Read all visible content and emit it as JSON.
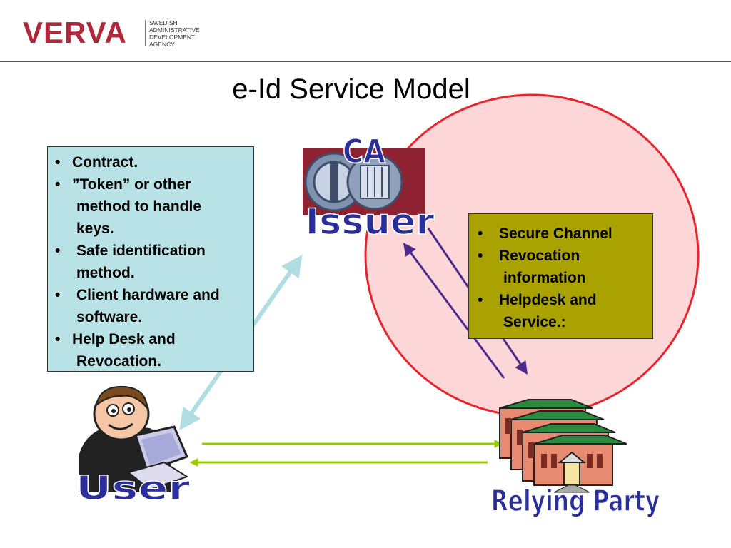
{
  "logo": {
    "wordmark": "VERVA",
    "tagline": [
      "SWEDISH",
      "ADMINISTRATIVE",
      "DEVELOPMENT",
      "AGENCY"
    ]
  },
  "title": "e-Id Service Model",
  "user_box": {
    "items": [
      {
        "bullet": "•",
        "lines": [
          "Contract."
        ]
      },
      {
        "bullet": "•",
        "lines": [
          "”Token” or other",
          "method to handle",
          "keys."
        ]
      },
      {
        "bullet": "•",
        "lines": [
          "Safe identification",
          "method."
        ]
      },
      {
        "bullet": "•",
        "lines": [
          "Client hardware and",
          "software."
        ]
      },
      {
        "bullet": "•",
        "lines": [
          "Help Desk and",
          "Revocation."
        ]
      }
    ]
  },
  "issuer_box": {
    "items": [
      {
        "bullet": "•",
        "lines": [
          "Secure Channel"
        ]
      },
      {
        "bullet": "•",
        "lines": [
          "Revocation",
          "information"
        ]
      },
      {
        "bullet": "•",
        "lines": [
          "Helpdesk and",
          "Service.:"
        ]
      }
    ]
  },
  "labels": {
    "ca": "CA",
    "issuer": "Issuer",
    "user": "User",
    "relying_party": "Relying Party"
  },
  "colors": {
    "brand": "#b0283a",
    "user_box_bg": "#b8e2e6",
    "issuer_box_bg": "#a9a200",
    "circle_fill": "#fdd6d8",
    "circle_stroke": "#e8242c",
    "user_arrow": "#b0dde2",
    "issuer_arrows": "#4b2a8c",
    "rp_arrows": "#99cc00",
    "wordart_fill": "#2a2f9c"
  }
}
